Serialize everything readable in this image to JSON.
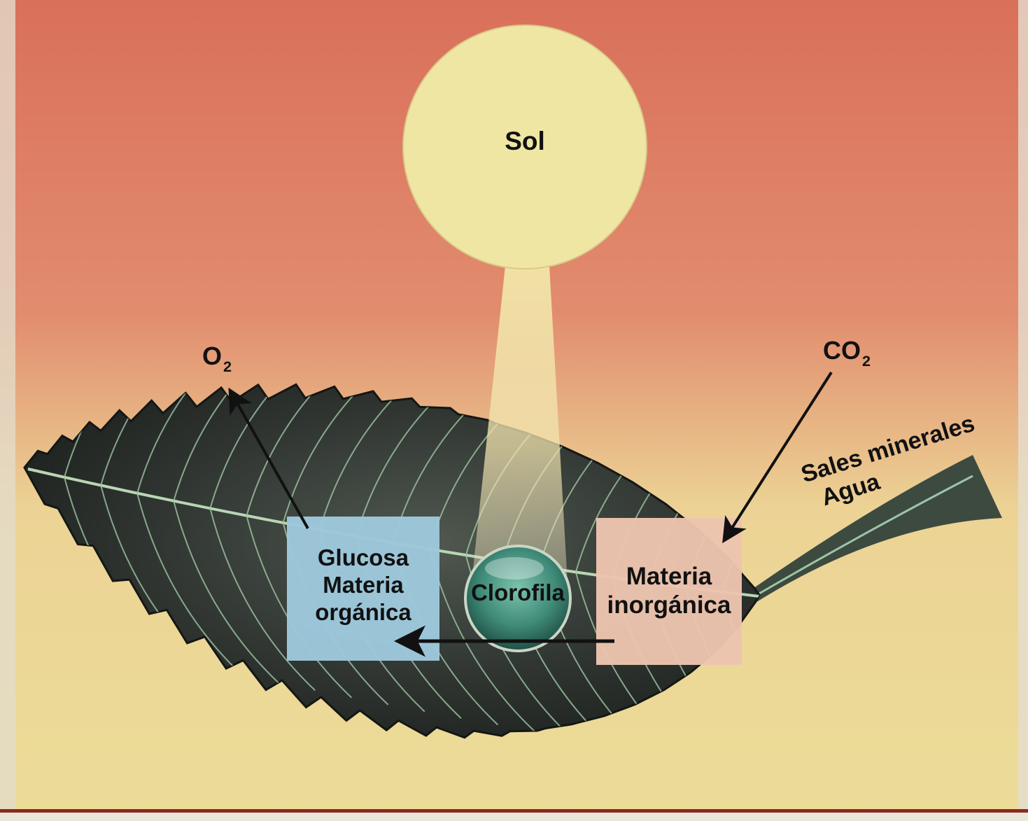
{
  "labels": {
    "sun": "Sol",
    "oxygen": {
      "text": "O",
      "subscript": "2"
    },
    "carbon_dioxide": {
      "text": "CO",
      "subscript": "2"
    },
    "left_box": {
      "line1": "Glucosa",
      "line2": "Materia",
      "line3": "orgánica"
    },
    "right_box": {
      "line1": "Materia",
      "line2": "inorgánica"
    },
    "chlorophyll": "Clorofila",
    "stem": {
      "line1": "Sales minerales",
      "line2": "Agua"
    }
  },
  "colors": {
    "sky_top": "#d9705a",
    "sky_bottom": "#ecdc98",
    "sun": "#f0e6a3",
    "leaf_dark": "#2f3431",
    "leaf_vein": "#b9d6b4",
    "glucose_box": "#9ec8dc",
    "inorganic_box": "#ecc4ae",
    "chlorophyll_bead": "#3f8a78",
    "frame_line": "#8a2a1e"
  }
}
